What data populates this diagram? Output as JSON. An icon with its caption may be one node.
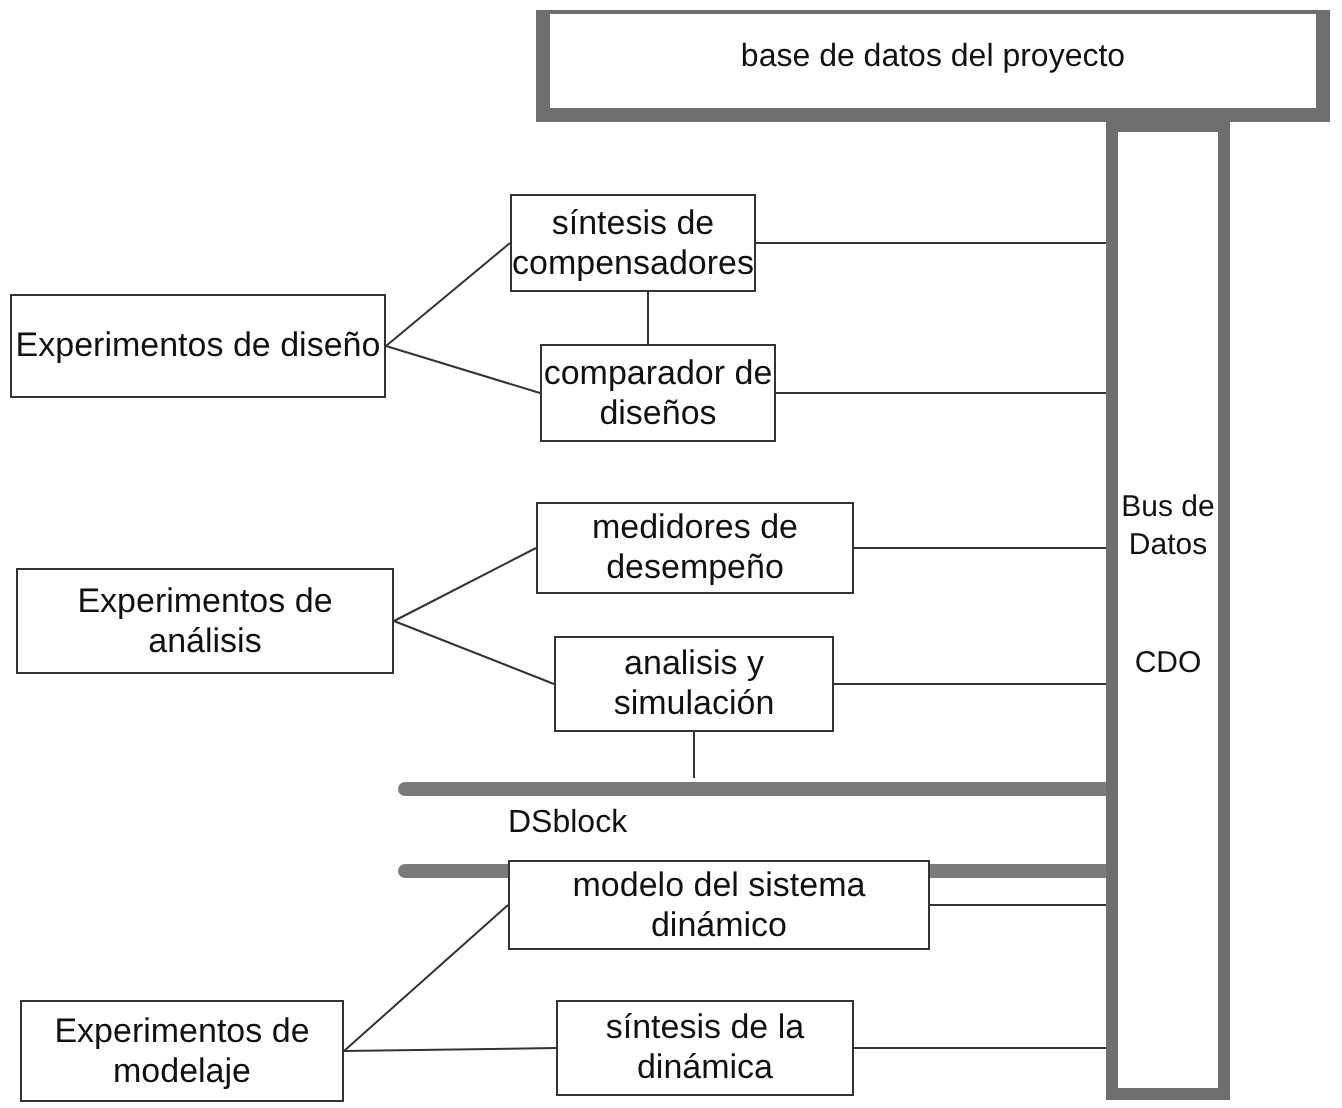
{
  "diagram": {
    "nodes": [
      {
        "text": [
          "base de datos del proyecto"
        ]
      },
      {
        "text": [
          "Bus de Datos",
          "CDO"
        ]
      },
      {
        "text": [
          "síntesis de compensadores"
        ]
      },
      {
        "text": [
          "Experimentos de diseño"
        ]
      },
      {
        "text": [
          "comparador de diseños"
        ]
      },
      {
        "text": [
          "medidores de desempeño"
        ]
      },
      {
        "text": [
          "Experimentos de análisis"
        ]
      },
      {
        "text": [
          "analisis y simulación"
        ]
      },
      {
        "text": [
          "DSblock"
        ]
      },
      {
        "text": [
          "modelo del sistema dinámico"
        ]
      },
      {
        "text": [
          "Experimentos de modelaje"
        ]
      },
      {
        "text": [
          "síntesis de la dinámica"
        ]
      }
    ],
    "edges": [
      {
        "from": 3,
        "to": 2,
        "arrow": "none"
      },
      {
        "from": 3,
        "to": 4,
        "arrow": "none"
      },
      {
        "from": 2,
        "to": 4,
        "arrow": "none"
      },
      {
        "from": 2,
        "to": 1,
        "arrow": "none"
      },
      {
        "from": 4,
        "to": 1,
        "arrow": "none"
      },
      {
        "from": 6,
        "to": 5,
        "arrow": "none"
      },
      {
        "from": 6,
        "to": 7,
        "arrow": "none"
      },
      {
        "from": 5,
        "to": 1,
        "arrow": "none"
      },
      {
        "from": 7,
        "to": 1,
        "arrow": "none"
      },
      {
        "from": 7,
        "to": 8,
        "arrow": "none"
      },
      {
        "from": 10,
        "to": 9,
        "arrow": "none"
      },
      {
        "from": 10,
        "to": 11,
        "arrow": "none"
      },
      {
        "from": 9,
        "to": 1,
        "arrow": "none"
      },
      {
        "from": 11,
        "to": 1,
        "arrow": "none"
      }
    ]
  }
}
